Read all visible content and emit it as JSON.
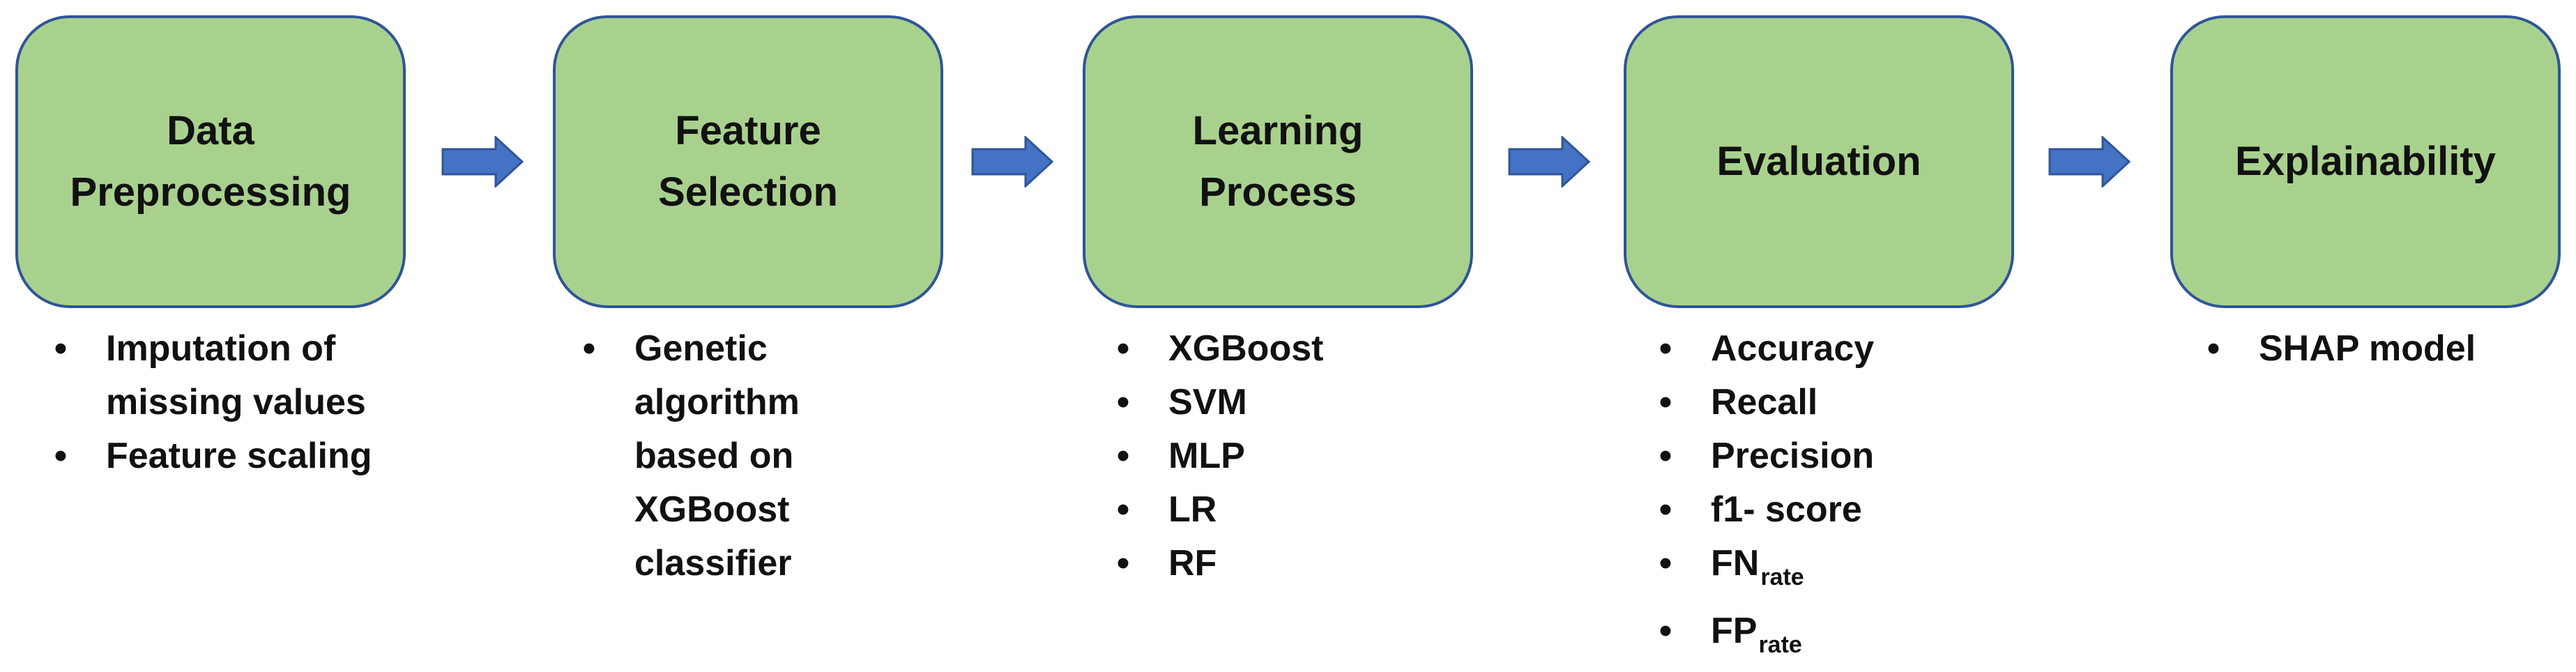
{
  "stages": [
    {
      "title": "Data\nPreprocessing",
      "bullets": [
        {
          "text": "Imputation of"
        },
        {
          "text": "missing values",
          "continuation": true
        },
        {
          "text": "Feature scaling"
        }
      ]
    },
    {
      "title": "Feature\nSelection",
      "bullets": [
        {
          "text": "Genetic"
        },
        {
          "text": "algorithm",
          "continuation": true
        },
        {
          "text": "based on",
          "continuation": true
        },
        {
          "text": "XGBoost",
          "continuation": true
        },
        {
          "text": "classifier",
          "continuation": true
        }
      ]
    },
    {
      "title": "Learning\nProcess",
      "bullets": [
        {
          "text": "XGBoost"
        },
        {
          "text": "SVM"
        },
        {
          "text": "MLP"
        },
        {
          "text": "LR"
        },
        {
          "text": "RF"
        }
      ]
    },
    {
      "title": "Evaluation",
      "bullets": [
        {
          "text": "Accuracy"
        },
        {
          "text": "Recall"
        },
        {
          "text": "Precision"
        },
        {
          "text": "f1- score"
        },
        {
          "text": "FN",
          "sub": "rate"
        },
        {
          "text": "FP",
          "sub": "rate"
        }
      ]
    },
    {
      "title": "Explainability",
      "bullets": [
        {
          "text": "SHAP model"
        }
      ]
    }
  ],
  "bullet_glyph": "•",
  "colors": {
    "box_fill": "#a9d18e",
    "box_border": "#2f5597",
    "arrow_fill": "#4472c4",
    "arrow_border": "#2f5597"
  }
}
